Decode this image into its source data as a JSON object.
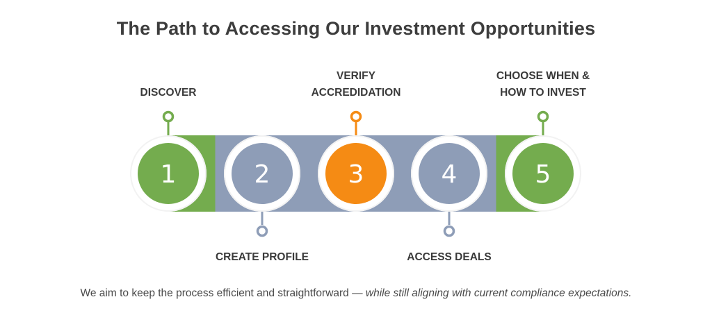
{
  "title": "The Path to Accessing Our Investment Opportunities",
  "steps": [
    {
      "number": "1",
      "label_lines": [
        "DISCOVER"
      ],
      "color": "#74ac4e",
      "position": "top"
    },
    {
      "number": "2",
      "label_lines": [
        "CREATE PROFILE"
      ],
      "color": "#8e9db7",
      "position": "bottom"
    },
    {
      "number": "3",
      "label_lines": [
        "VERIFY",
        "ACCREDIDATION"
      ],
      "color": "#f58b14",
      "position": "top"
    },
    {
      "number": "4",
      "label_lines": [
        "ACCESS DEALS"
      ],
      "color": "#8e9db7",
      "position": "bottom"
    },
    {
      "number": "5",
      "label_lines": [
        "CHOOSE WHEN &",
        "HOW TO INVEST"
      ],
      "color": "#74ac4e",
      "position": "top"
    }
  ],
  "colors": {
    "green": "#74ac4e",
    "blue_gray": "#8e9db7",
    "orange": "#f58b14",
    "track_ring": "#f2f2f2"
  },
  "footer": {
    "plain": "We aim to keep the process efficient and straightforward — ",
    "italic": "while still aligning with current compliance expectations."
  }
}
